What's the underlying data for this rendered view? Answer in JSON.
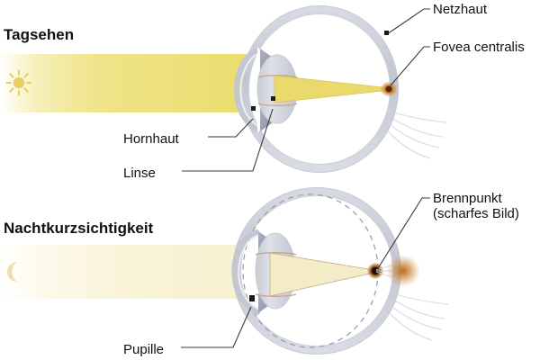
{
  "figure": {
    "kind": "anatomical-diagram",
    "subject": "Human eye — day vision vs. night myopia",
    "language": "de"
  },
  "panels": [
    {
      "id": "day",
      "title": "Tagsehen",
      "light_icon": "sun-icon",
      "light_band_color": "#ecdf6d",
      "light_band_color_fade": "#ffffff",
      "ray_color": "#e9d86a",
      "focus_description": "sharp focus on retina",
      "focus_marker_color": "#c26a1a",
      "pupil_size": "small",
      "labels": [
        {
          "id": "netzhaut",
          "text": "Netzhaut"
        },
        {
          "id": "fovea",
          "text": "Fovea centralis"
        },
        {
          "id": "hornhaut",
          "text": "Hornhaut"
        },
        {
          "id": "linse",
          "text": "Linse"
        }
      ]
    },
    {
      "id": "night",
      "title": "Nachtkurzsichtigkeit",
      "light_icon": "moon-icon",
      "light_band_color": "#f7f1d2",
      "light_band_color_fade": "#ffffff",
      "ray_color": "#f3ebc4",
      "focus_description": "focus in front of retina, blurred image on retina",
      "focus_marker_color": "#6b3a10",
      "blur_color": "#c87a2a",
      "pupil_size": "large",
      "labels": [
        {
          "id": "brennpunkt",
          "text": "Brennpunkt",
          "text_line2": "(scharfes Bild)"
        },
        {
          "id": "pupille",
          "text": "Pupille"
        }
      ]
    }
  ],
  "labels": {
    "netzhaut": "Netzhaut",
    "fovea": "Fovea centralis",
    "hornhaut": "Hornhaut",
    "linse": "Linse",
    "brennpunkt": "Brennpunkt",
    "brennpunkt_line2": "(scharfes Bild)",
    "pupille": "Pupille"
  },
  "titles": {
    "day": "Tagsehen",
    "night": "Nachtkurzsichtigkeit"
  },
  "colors": {
    "text": "#111111",
    "leader_line": "#3a3a3a",
    "sclera_fill": "#ffffff",
    "sclera_stroke": "#b8bcc8",
    "sclera_band": "#c9ccd6",
    "lens_fill": "#d3d6de",
    "lens_stroke": "#c8a98d",
    "iris_fill": "#9ea3b4",
    "sun": "#e8cf61",
    "moon": "#ece1a8",
    "dashed_arc": "#9aa0ad"
  }
}
